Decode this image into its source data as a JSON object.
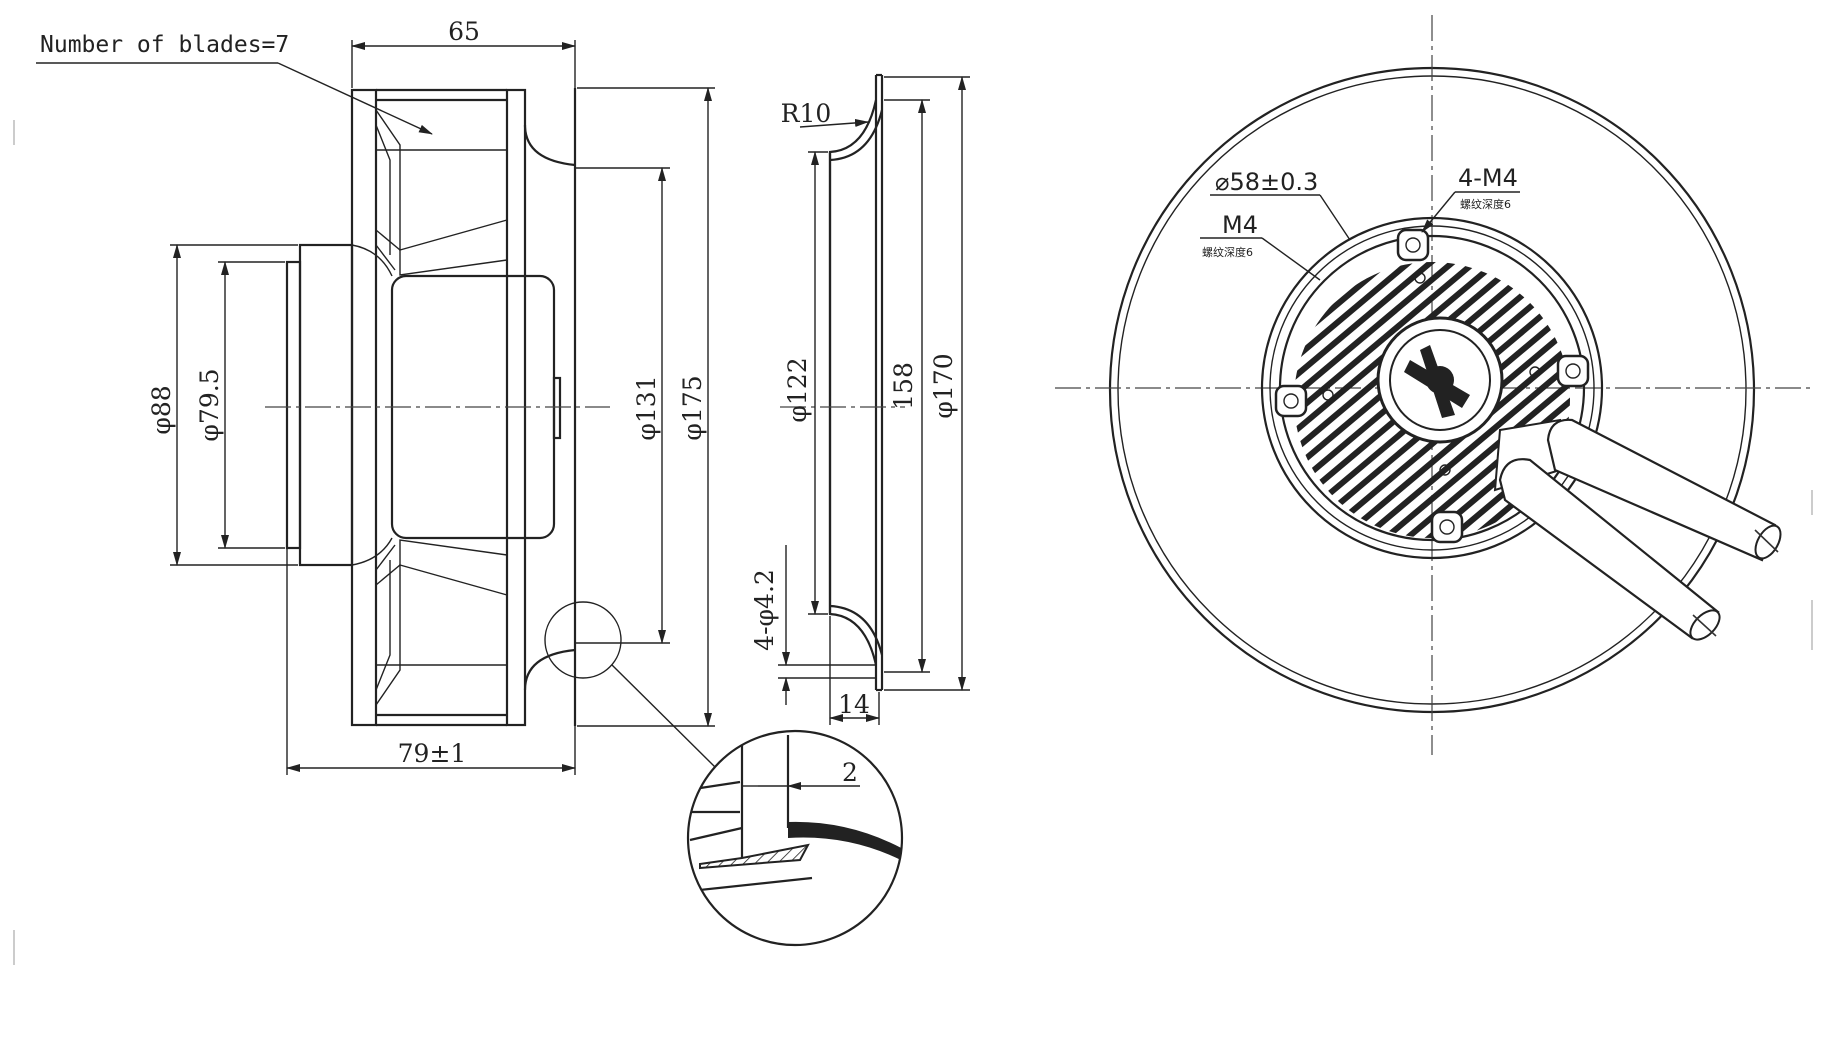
{
  "annotations": {
    "blades_note": "Number of blades=7",
    "width_65": "65",
    "depth_79": "79±1",
    "dia_88": "φ88",
    "dia_79_5": "φ79.5",
    "dia_131": "φ131",
    "dia_175": "φ175",
    "radius_r10": "R10",
    "dia_122": "φ122",
    "dim_158": "158",
    "dia_170": "φ170",
    "holes_4x4_2": "4-φ4.2",
    "thickness_14": "14",
    "detail_gap_2": "2",
    "bolt_circle": "⌀58±0.3",
    "thread_4m4": "4-M4",
    "thread_depth_1": "螺纹深度6",
    "thread_m4": "M4",
    "thread_depth_2": "螺纹深度6"
  },
  "colors": {
    "line": "#222222",
    "background": "#ffffff"
  }
}
